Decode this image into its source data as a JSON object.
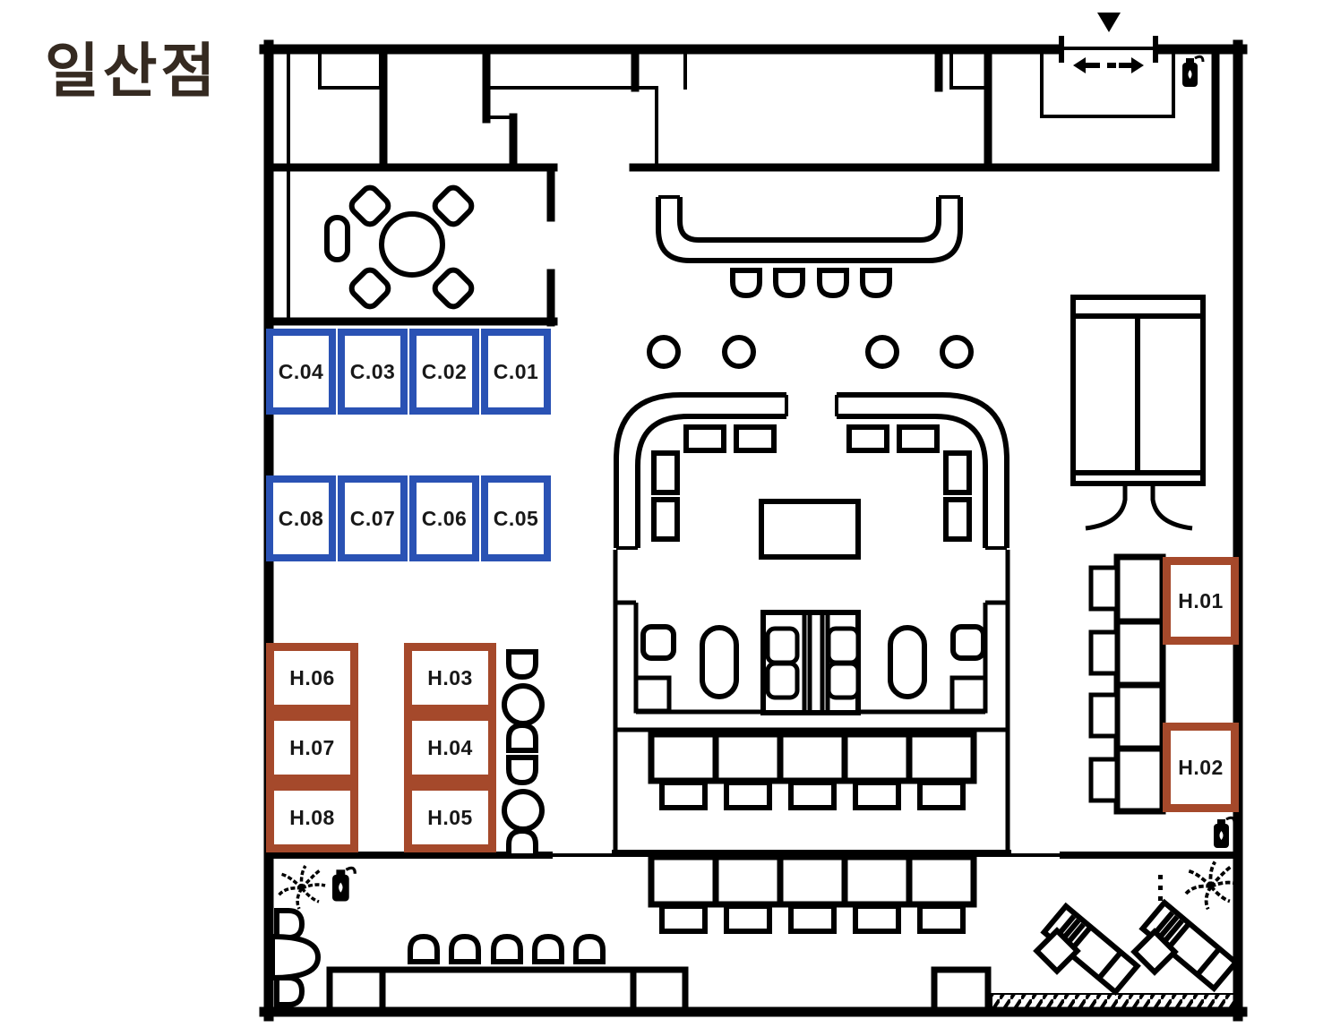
{
  "title": "일산점",
  "colors": {
    "counter_seat": "#2A52B4",
    "hall_seat": "#A5492B",
    "walls": "#000000",
    "title_text": "#352A21"
  },
  "seats": {
    "counter_top_row": [
      "C.04",
      "C.03",
      "C.02",
      "C.01"
    ],
    "counter_bottom_row": [
      "C.08",
      "C.07",
      "C.06",
      "C.05"
    ],
    "hall_left_column": [
      "H.06",
      "H.07",
      "H.08"
    ],
    "hall_center_column": [
      "H.03",
      "H.04",
      "H.05"
    ],
    "hall_right_column": [
      "H.01",
      "H.02"
    ]
  },
  "icons": {
    "entrance_arrow": "▼",
    "fire_extinguisher_locations": [
      "entrance-vestibule",
      "right-wall-below-h02",
      "terrace-left"
    ],
    "plant_locations": [
      "terrace-left",
      "terrace-right"
    ]
  }
}
